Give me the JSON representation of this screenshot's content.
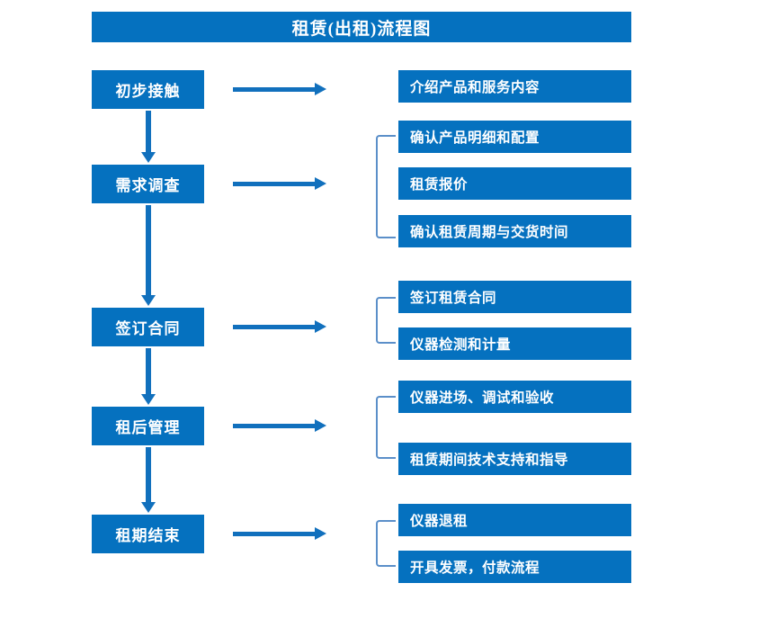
{
  "title": "租赁(出租)流程图",
  "colors": {
    "box_fill": "#0571bf",
    "box_text": "#ffffff",
    "arrow": "#1170bd",
    "bracket": "#5b8fc9",
    "background": "#ffffff"
  },
  "stages": [
    {
      "label": "初步接触"
    },
    {
      "label": "需求调查"
    },
    {
      "label": "签订合同"
    },
    {
      "label": "租后管理"
    },
    {
      "label": "租期结束"
    }
  ],
  "details": {
    "group1": [
      {
        "label": "介绍产品和服务内容"
      }
    ],
    "group2": [
      {
        "label": "确认产品明细和配置"
      },
      {
        "label": "租赁报价"
      },
      {
        "label": "确认租赁周期与交货时间"
      }
    ],
    "group3": [
      {
        "label": "签订租赁合同"
      },
      {
        "label": "仪器检测和计量"
      }
    ],
    "group4": [
      {
        "label": "仪器进场、调试和验收"
      },
      {
        "label": "租赁期间技术支持和指导"
      }
    ],
    "group5": [
      {
        "label": "仪器退租"
      },
      {
        "label": "开具发票，付款流程"
      }
    ]
  }
}
